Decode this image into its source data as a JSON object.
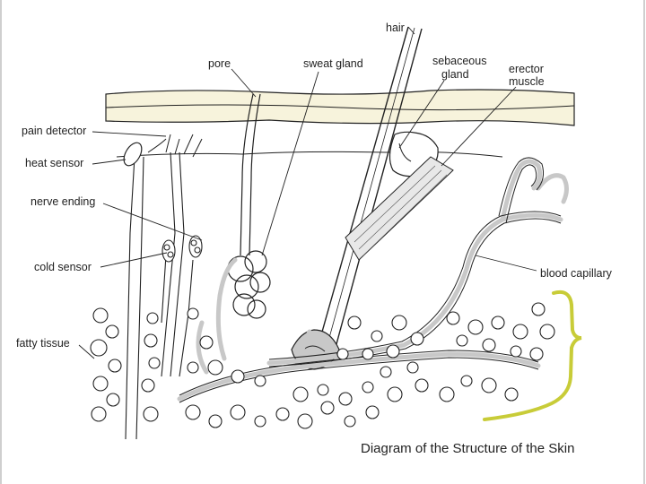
{
  "diagram": {
    "title": "Diagram of the Structure of the Skin",
    "labels": {
      "hair": "hair",
      "pore": "pore",
      "sweat_gland": "sweat gland",
      "sebaceous_gland_line1": "sebaceous",
      "sebaceous_gland_line2": "gland",
      "erector_muscle_line1": "erector",
      "erector_muscle_line2": "muscle",
      "pain_detector": "pain detector",
      "heat_sensor": "heat sensor",
      "nerve_ending": "nerve ending",
      "cold_sensor": "cold sensor",
      "fatty_tissue": "fatty tissue",
      "blood_capillary": "blood capillary"
    },
    "colors": {
      "epidermis": "#f7f3dc",
      "vessel": "#c8c8c8",
      "outline": "#222222",
      "brace": "#c8cc38",
      "panel_edge": "#cfcfcf"
    }
  }
}
